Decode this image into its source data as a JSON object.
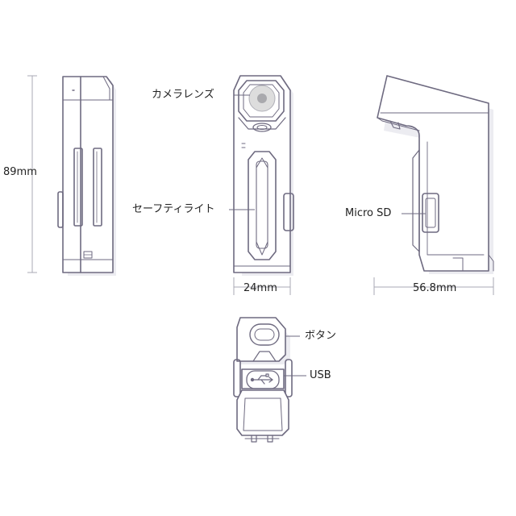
{
  "dimensions": {
    "height": "89mm",
    "width": "24mm",
    "depth": "56.8mm"
  },
  "callouts": {
    "camera_lens": "カメラレンズ",
    "safety_light": "セーフティライト",
    "micro_sd": "Micro SD",
    "button": "ボタン",
    "usb": "USB"
  },
  "colors": {
    "outline": "#6e6a80",
    "dimension_line": "#a9a9b4",
    "shadow": "#d9d8e0",
    "lens_gray": "#bfbfbf"
  }
}
